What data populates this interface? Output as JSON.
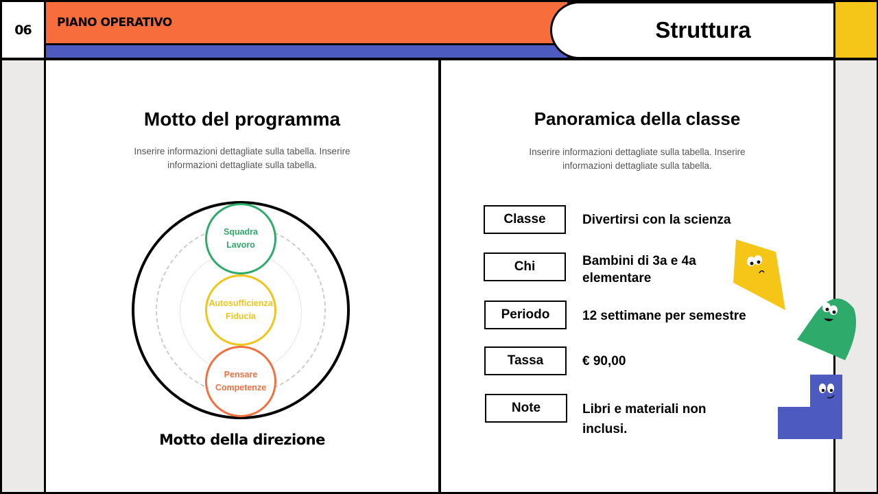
{
  "header": {
    "slide_number": "06",
    "section": "PIANO OPERATIVO",
    "title": "Struttura"
  },
  "left": {
    "title": "Motto del programma",
    "description": "Inserire informazioni dettagliate sulla tabella. Inserire informazioni dettagliate sulla tabella.",
    "circles": [
      {
        "lines": [
          "Squadra",
          "Lavoro"
        ],
        "color": "#2eaa6a"
      },
      {
        "lines": [
          "Autosufficienza",
          "Fiducia"
        ],
        "color": "#f0c419"
      },
      {
        "lines": [
          "Pensare",
          "Competenze"
        ],
        "color": "#f0703f"
      }
    ],
    "caption": "Motto della direzione"
  },
  "right": {
    "title": "Panoramica della classe",
    "description": "Inserire informazioni dettagliate sulla tabella. Inserire informazioni dettagliate sulla tabella.",
    "rows": [
      {
        "label": "Classe",
        "value": "Divertirsi con la scienza"
      },
      {
        "label": "Chi",
        "value": "Bambini di 3a e 4a elementare"
      },
      {
        "label": "Periodo",
        "value": "12 settimane per semestre"
      },
      {
        "label": "Tassa",
        "value": "€ 90,00"
      },
      {
        "label": "Note",
        "value": "Libri e materiali non inclusi."
      }
    ]
  },
  "colors": {
    "orange": "#f76d3c",
    "blue": "#4d5bc0",
    "yellow": "#f5c518",
    "green": "#2eaa6a"
  }
}
